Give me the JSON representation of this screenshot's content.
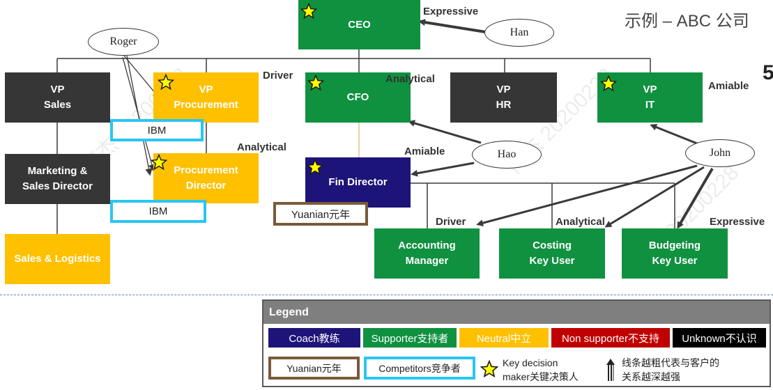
{
  "title": "示例 – ABC 公司",
  "nodes": {
    "ceo": "CEO",
    "vp_sales": "VP\nSales",
    "vp_procurement": "VP\nProcurement",
    "cfo": "CFO",
    "vp_hr": "VP\nHR",
    "vp_it": "VP\nIT",
    "marketing_sales_director": "Marketing &\nSales Director",
    "procurement_director": "Procurement\nDirector",
    "fin_director": "Fin Director",
    "sales_logistics": "Sales & Logistics",
    "accounting_manager": "Accounting\nManager",
    "costing_key_user": "Costing\nKey User",
    "budgeting_key_user": "Budgeting\nKey User"
  },
  "people": {
    "roger": "Roger",
    "han": "Han",
    "hao": "Hao",
    "john": "John"
  },
  "styles": {
    "ceo": "Expressive",
    "vp_procurement": "Driver",
    "cfo": "Analytical",
    "vp_it": "Amiable",
    "procurement_director": "Analytical",
    "fin_director": "Amiable",
    "accounting_manager": "Driver",
    "costing_key_user": "Analytical",
    "budgeting_key_user": "Expressive"
  },
  "competitor_tags": {
    "vp_procurement": "IBM",
    "procurement_director": "IBM"
  },
  "yuanian_tag": "Yuanian元年",
  "legend": {
    "header": "Legend",
    "coach": "Coach教练",
    "supporter": "Supporter支持者",
    "neutral": "Neutral中立",
    "non_supporter": "Non supporter不支持",
    "unknown": "Unknown不认识",
    "yuanian": "Yuanian元年",
    "competitors": "Competitors竞争者",
    "key_decision": "Key decision\nmaker关键决策人",
    "line_note": "线条越粗代表与客户的\n关系越深越强"
  },
  "colors": {
    "coach": "#1d1479",
    "supporter": "#0f9140",
    "neutral": "#ffc000",
    "non_supporter": "#c00000",
    "unknown": "#000000",
    "competitor_border": "#29c6f2",
    "yuanian_border": "#7a5a3a"
  },
  "icons": {
    "key_decision": "star-icon",
    "line_strength": "arrow-up-icon"
  }
}
